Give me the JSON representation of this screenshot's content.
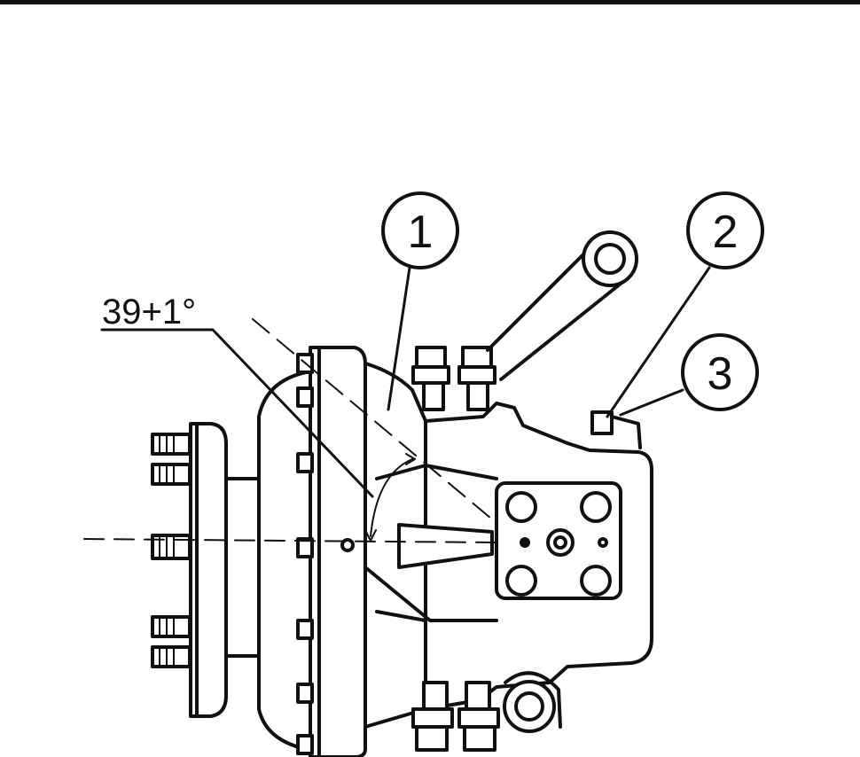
{
  "figure": {
    "angle_label": "39+1°",
    "callouts": [
      {
        "id": "callout-1",
        "label": "1"
      },
      {
        "id": "callout-2",
        "label": "2"
      },
      {
        "id": "callout-3",
        "label": "3"
      }
    ]
  },
  "colors": {
    "line": "#111111",
    "background": "#ffffff"
  }
}
